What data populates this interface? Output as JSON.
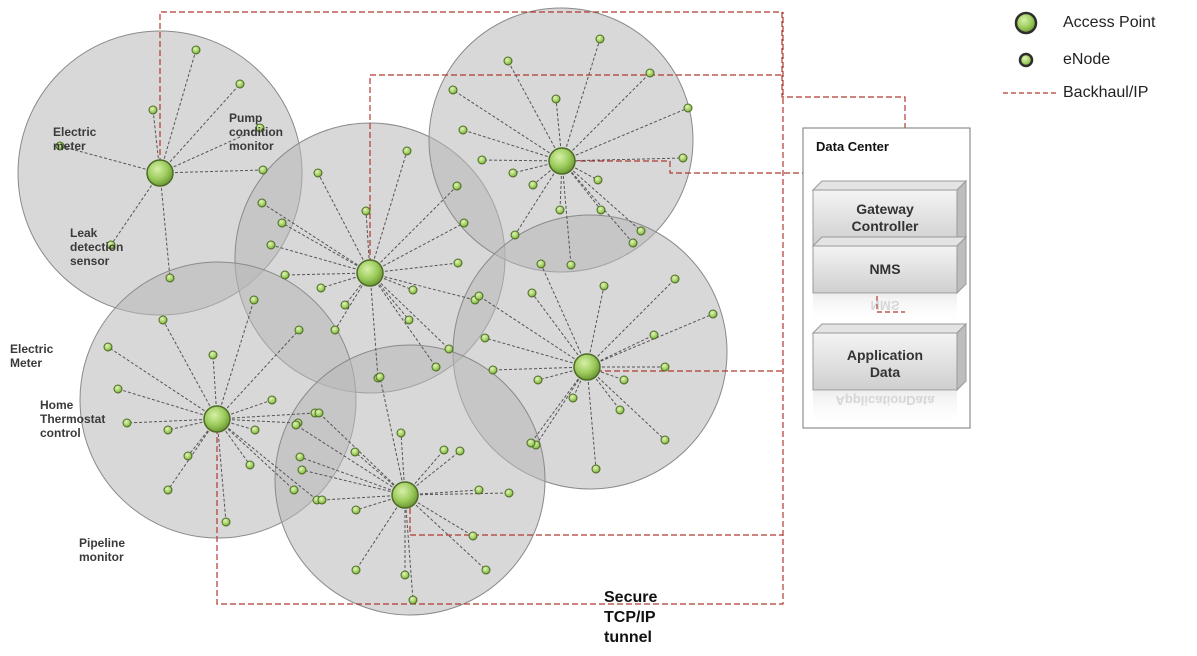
{
  "legend": {
    "access_point": "Access Point",
    "enode": "eNode",
    "backhaul": "Backhaul/IP"
  },
  "colors": {
    "cell_fill": "#b8b8b8",
    "node_green": "#9ccb5c",
    "node_stroke": "#4d6b26",
    "backhaul_line": "#b03a2e",
    "link_line": "#555555"
  },
  "device_labels": {
    "electric_meter_top": [
      "Electric",
      "meter"
    ],
    "pump_condition": [
      "Pump",
      "condition",
      "monitor"
    ],
    "leak_detection": [
      "Leak",
      "detection",
      "sensor"
    ],
    "electric_meter_left": [
      "Electric",
      "Meter"
    ],
    "home_thermostat": [
      "Home",
      "Thermostat",
      "control"
    ],
    "pipeline_monitor": [
      "Pipeline",
      "monitor"
    ]
  },
  "tunnel_label": [
    "Secure",
    "TCP/IP",
    "tunnel"
  ],
  "data_center": {
    "title": "Data Center",
    "gateway": [
      "Gateway",
      "Controller"
    ],
    "nms": "NMS",
    "application": [
      "Application",
      "Data"
    ]
  }
}
